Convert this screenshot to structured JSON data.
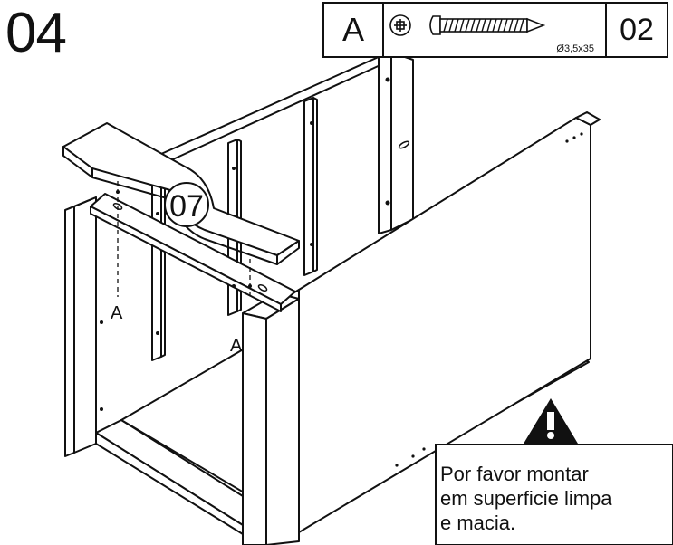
{
  "step": {
    "number": "04"
  },
  "hardware": {
    "letter": "A",
    "icon": "phillips-screw-icon",
    "size": "Ø3,5x35",
    "quantity": "02"
  },
  "part_callout": {
    "number": "07"
  },
  "hole_labels": [
    "A",
    "A"
  ],
  "warning": {
    "icon": "warning-triangle-icon",
    "lines": [
      "Por favor montar",
      "em superficie limpa",
      "e macia."
    ]
  }
}
